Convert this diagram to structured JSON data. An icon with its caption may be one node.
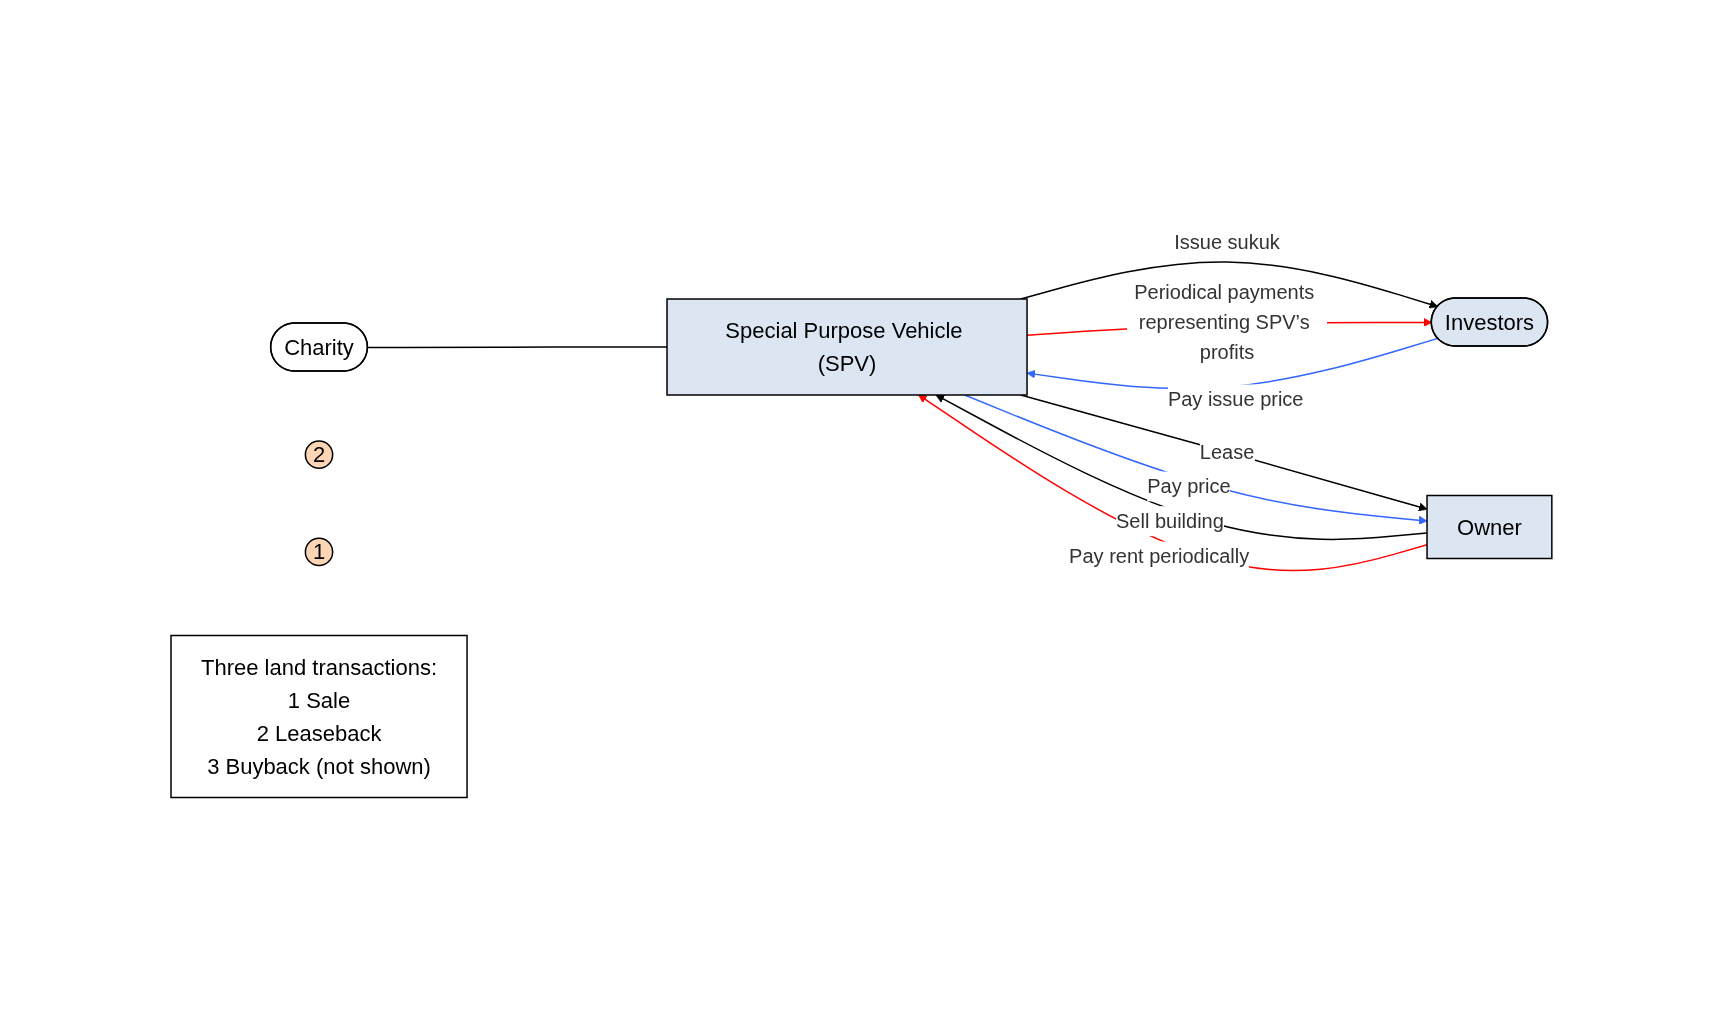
{
  "diagram": {
    "nodes": [
      {
        "text": [
          "Charity"
        ]
      },
      {
        "text": [
          "Special Purpose Vehicle (SPV)"
        ]
      },
      {
        "text": [
          "Investors"
        ]
      },
      {
        "text": [
          "Owner"
        ]
      },
      {
        "text": [
          "2"
        ]
      },
      {
        "text": [
          "1"
        ]
      },
      {
        "text": [
          "Three land transactions:",
          "1 Sale",
          "2 Leaseback",
          "3 Buyback (not shown)"
        ]
      }
    ],
    "edges": [
      {
        "from": 0,
        "to": 1,
        "arrow": "none"
      },
      {
        "from": 1,
        "to": 2,
        "arrow": "to",
        "label": "Issue sukuk"
      },
      {
        "from": 2,
        "to": 1,
        "arrow": "to",
        "label": "Pay issue price",
        "color": "#3366ff"
      },
      {
        "from": 1,
        "to": 2,
        "arrow": "to",
        "label": "Periodical payments representing SPV’s profits",
        "color": "#ff0000"
      },
      {
        "from": 1,
        "to": 3,
        "arrow": "to",
        "label": "Lease"
      },
      {
        "from": 3,
        "to": 1,
        "arrow": "to",
        "label": "Sell building"
      },
      {
        "from": 1,
        "to": 3,
        "arrow": "to",
        "label": "Pay price",
        "color": "#3366ff"
      },
      {
        "from": 3,
        "to": 1,
        "arrow": "to",
        "label": "Pay rent periodically",
        "color": "#ff0000"
      }
    ]
  }
}
